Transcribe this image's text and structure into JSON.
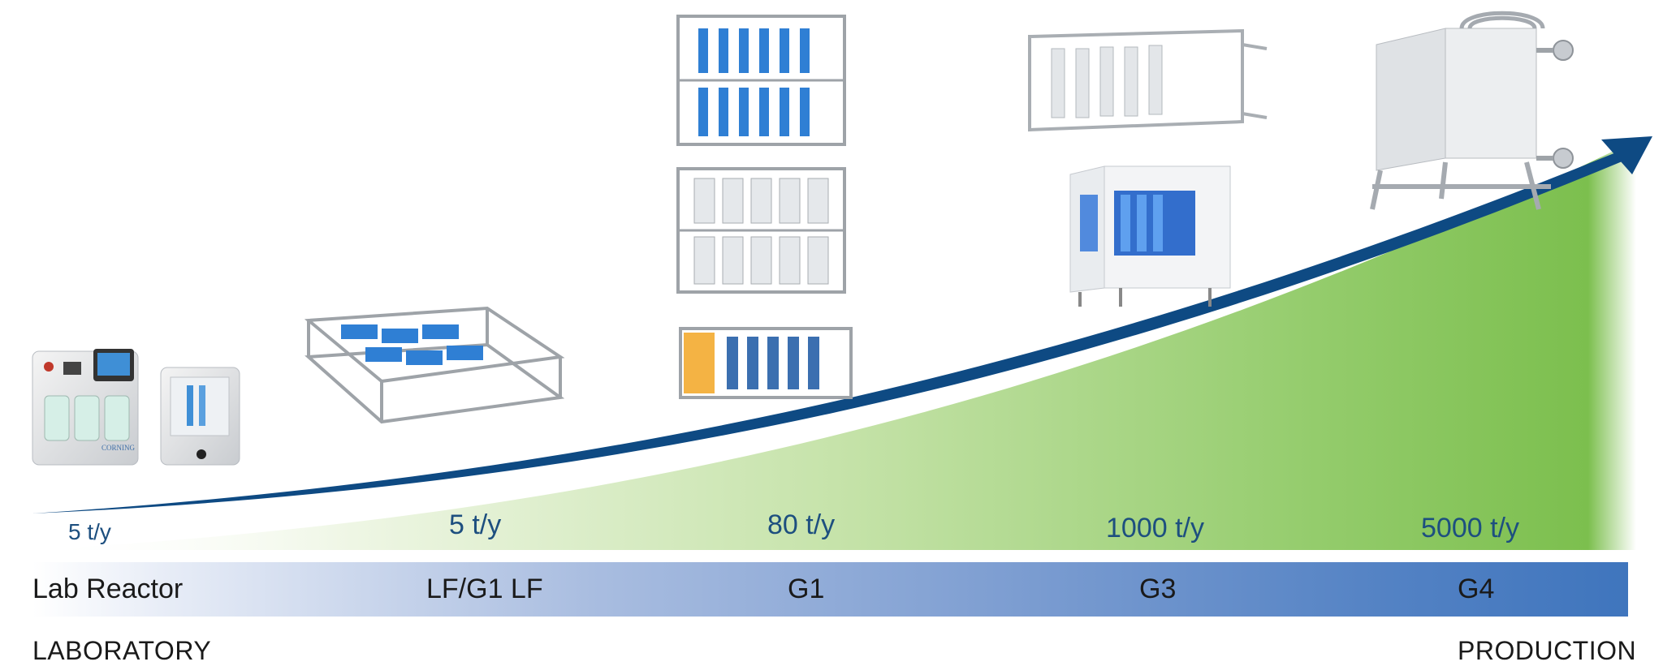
{
  "capacities": [
    "5 t/y",
    "5 t/y",
    "80 t/y",
    "1000 t/y",
    "5000 t/y"
  ],
  "stages": [
    "Lab Reactor",
    "LF/G1 LF",
    "G1",
    "G3",
    "G4"
  ],
  "footer": {
    "left": "LABORATORY",
    "right": "PRODUCTION"
  },
  "branding": {
    "logo_text": "CORNING"
  },
  "colors": {
    "arrow": "#0e4a83",
    "fill_green": "#7cbf4e",
    "band_blue": "#3f75bd",
    "caption": "#1d4f7f"
  }
}
